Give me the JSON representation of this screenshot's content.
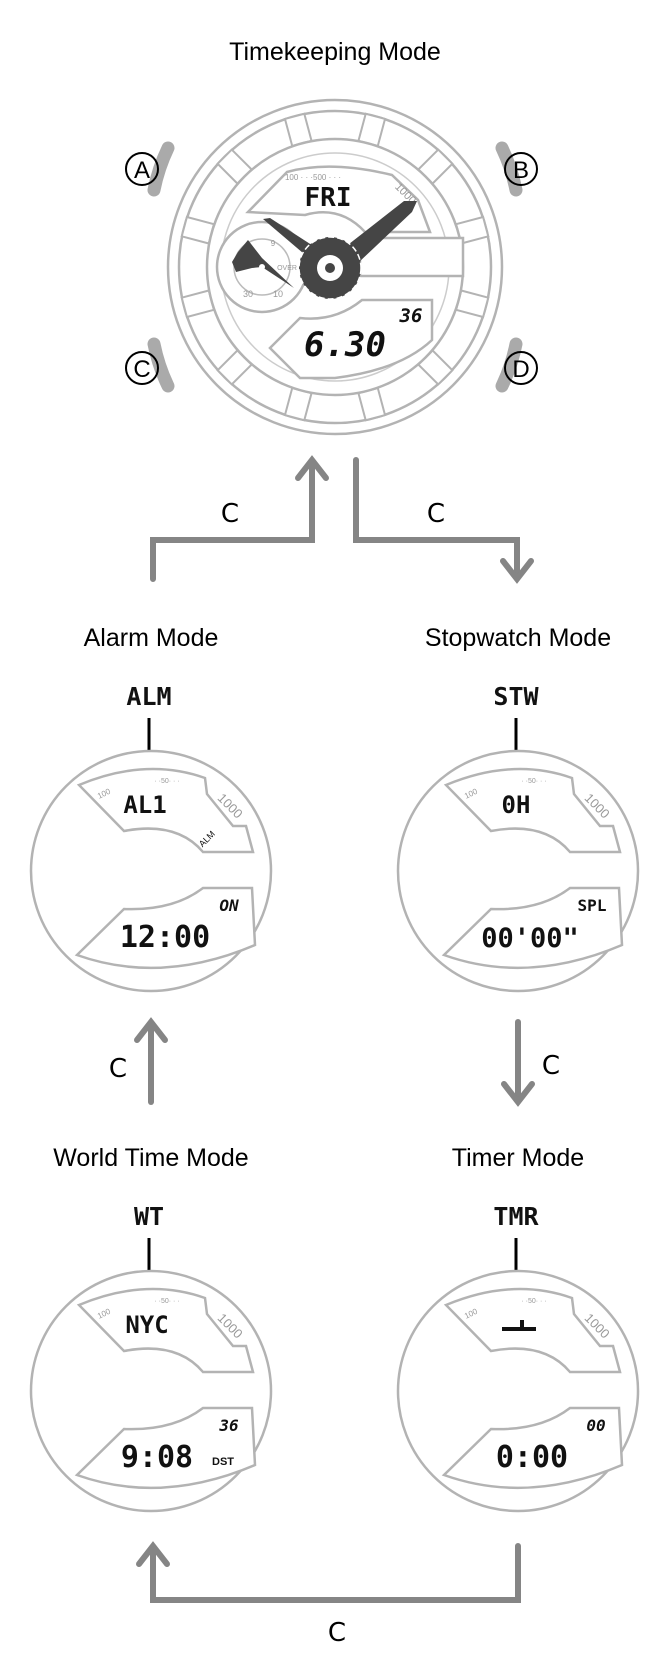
{
  "main": {
    "title": "Timekeeping Mode",
    "buttons": {
      "a": "A",
      "b": "B",
      "c": "C",
      "d": "D"
    },
    "watch": {
      "day": "FRI",
      "seconds": "36",
      "date": "6.30",
      "scale_low": "100",
      "scale_mid": "500",
      "scale_high": "1000",
      "over": "OVER",
      "sub_30": "30",
      "sub_10": "10",
      "sub_9": "9"
    }
  },
  "transitions": [
    "C",
    "C",
    "C",
    "C",
    "C"
  ],
  "scale": {
    "low": "100",
    "mid": "50",
    "high": "1000"
  },
  "modes": [
    {
      "title": "Alarm Mode",
      "indicator": "ALM",
      "upper": "AL1",
      "lower": "12:00",
      "corner": "ON",
      "tag": "ALM"
    },
    {
      "title": "Stopwatch Mode",
      "indicator": "STW",
      "upper": "0H",
      "lower": "00'00\"",
      "corner": "SPL",
      "tag": ""
    },
    {
      "title": "World Time Mode",
      "indicator": "WT",
      "upper": "NYC",
      "lower": "9:08",
      "corner": "36",
      "tag": "DST"
    },
    {
      "title": "Timer Mode",
      "indicator": "TMR",
      "upper": "",
      "lower": "0:00",
      "corner": "00",
      "tag": ""
    }
  ],
  "colors": {
    "frame": "#b3b3b3",
    "flow_arrow": "#858585",
    "hands": "#454545"
  }
}
